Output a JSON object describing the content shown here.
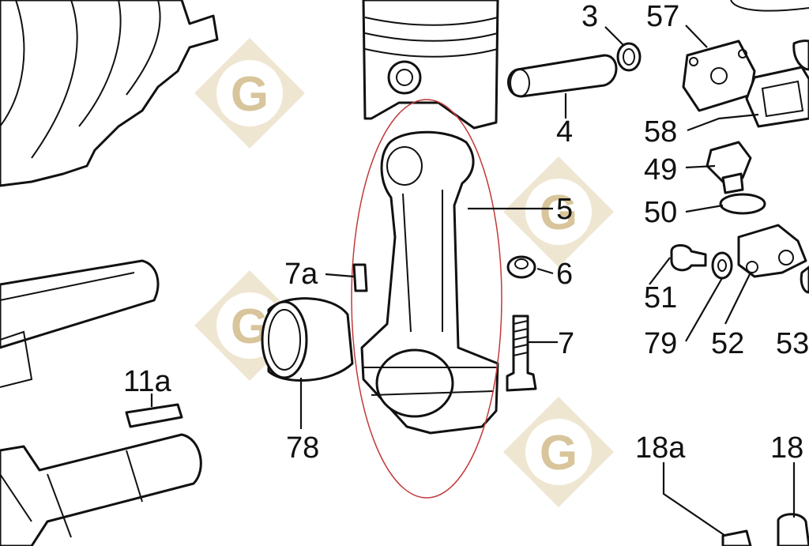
{
  "callouts": [
    {
      "id": "3",
      "text": "3"
    },
    {
      "id": "57",
      "text": "57"
    },
    {
      "id": "4",
      "text": "4"
    },
    {
      "id": "58",
      "text": "58"
    },
    {
      "id": "49",
      "text": "49"
    },
    {
      "id": "50",
      "text": "50"
    },
    {
      "id": "5",
      "text": "5"
    },
    {
      "id": "7a",
      "text": "7a"
    },
    {
      "id": "6",
      "text": "6"
    },
    {
      "id": "51",
      "text": "51"
    },
    {
      "id": "79",
      "text": "79"
    },
    {
      "id": "52",
      "text": "52"
    },
    {
      "id": "53",
      "text": "53"
    },
    {
      "id": "7",
      "text": "7"
    },
    {
      "id": "11a",
      "text": "11a"
    },
    {
      "id": "78",
      "text": "78"
    },
    {
      "id": "18a",
      "text": "18a"
    },
    {
      "id": "18b",
      "text": "18"
    }
  ],
  "watermark": {
    "letter": "G",
    "color": "#d8c59b"
  },
  "highlight": {
    "part": "5",
    "color": "#c23a3a"
  }
}
